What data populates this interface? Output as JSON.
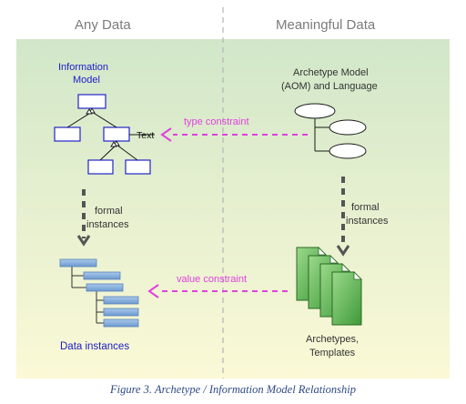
{
  "headers": {
    "left": "Any Data",
    "right": "Meaningful Data"
  },
  "left": {
    "info_model_line1": "Information",
    "info_model_line2": "Model",
    "text_label": "Text",
    "formal_line1": "formal",
    "formal_line2": "instances",
    "data_instances": "Data instances"
  },
  "right": {
    "aom_line1": "Archetype Model",
    "aom_line2": "(AOM) and Language",
    "formal_line1": "formal",
    "formal_line2": "instances",
    "archetypes_line1": "Archetypes,",
    "archetypes_line2": "Templates"
  },
  "arrows": {
    "type_constraint": "type constraint",
    "value_constraint": "value constraint"
  },
  "caption": "Figure 3. Archetype / Information Model Relationship",
  "colors": {
    "info_model_text": "#1c1cc8",
    "constraint": "#e040e0",
    "uml_stroke": "#2323c8",
    "data_bar": "#7aa7d6",
    "document_green": "#5cb84a",
    "divider": "#b8b8b8"
  }
}
